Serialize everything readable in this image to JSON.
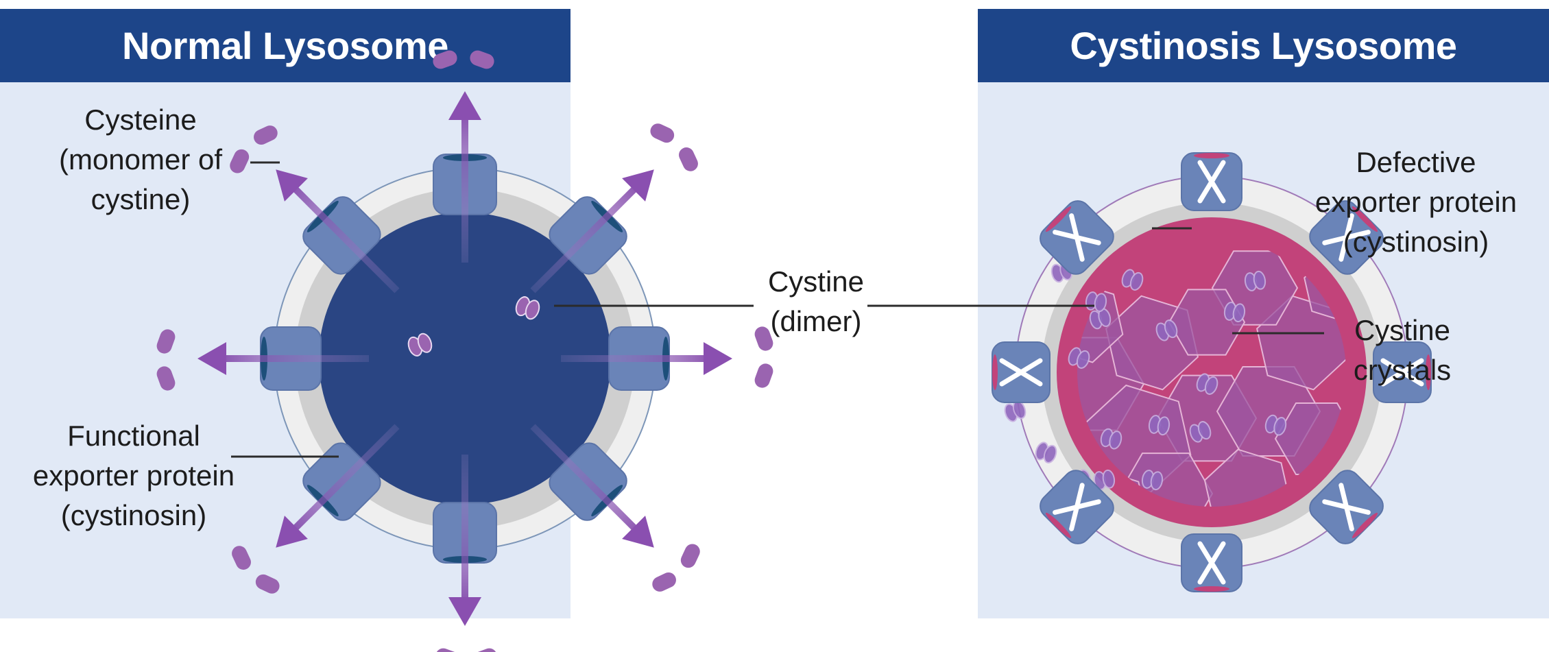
{
  "panels": [
    {
      "id": "normal",
      "title": "Normal Lysosome",
      "interior_color": "#2a4583",
      "exporter_state": "functional",
      "exporter_count": 8,
      "labels": {
        "cysteine": [
          "Cysteine",
          "(monomer of",
          "cystine)"
        ],
        "exporter": [
          "Functional",
          "exporter protein",
          "(cystinosin)"
        ]
      }
    },
    {
      "id": "cystinosis",
      "title": "Cystinosis Lysosome",
      "interior_color": "#c2437a",
      "exporter_state": "defective",
      "exporter_count": 8,
      "labels": {
        "exporter": [
          "Defective",
          "exporter protein",
          "(cystinosin)"
        ],
        "crystals": [
          "Cystine",
          "crystals"
        ]
      }
    }
  ],
  "shared_label": {
    "cystine": [
      "Cystine",
      "(dimer)"
    ]
  },
  "colors": {
    "header": "#1d4589",
    "panel_background": "#e1e9f6",
    "membrane_outer": "#efefef",
    "membrane_inner": "#cfcfcf",
    "exporter": "#6a84b8",
    "molecule": "#9a64b0",
    "arrow": "#8a4fb0",
    "crystal": "#9c55a0",
    "defect_mark": "#ffffff"
  }
}
